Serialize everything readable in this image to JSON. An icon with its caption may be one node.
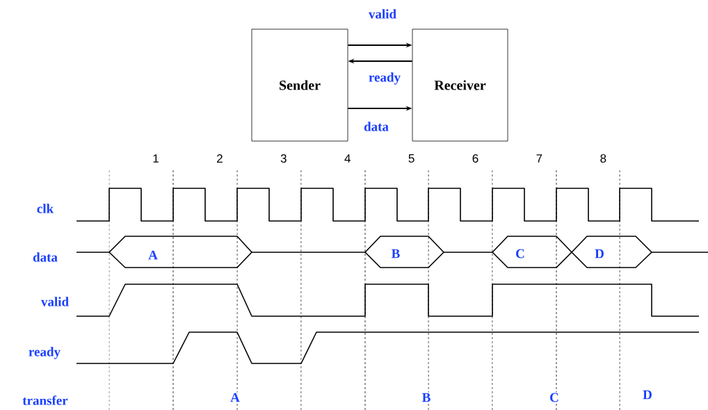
{
  "diagram": {
    "nodes": [
      {
        "text": [
          "Sender"
        ]
      },
      {
        "text": [
          "Receiver"
        ]
      }
    ],
    "edges": [
      {
        "from": 0,
        "to": 1,
        "arrow": "to",
        "label": "valid"
      },
      {
        "from": 1,
        "to": 0,
        "arrow": "to",
        "label": "ready"
      },
      {
        "from": 0,
        "to": 1,
        "arrow": "to",
        "label": "data"
      }
    ],
    "labels": [
      "1",
      "2",
      "3",
      "4",
      "5",
      "6",
      "7",
      "8",
      "clk",
      "data",
      "A",
      "B",
      "C",
      "D",
      "valid",
      "ready",
      "transfer",
      "A",
      "B",
      "C",
      "D"
    ]
  }
}
